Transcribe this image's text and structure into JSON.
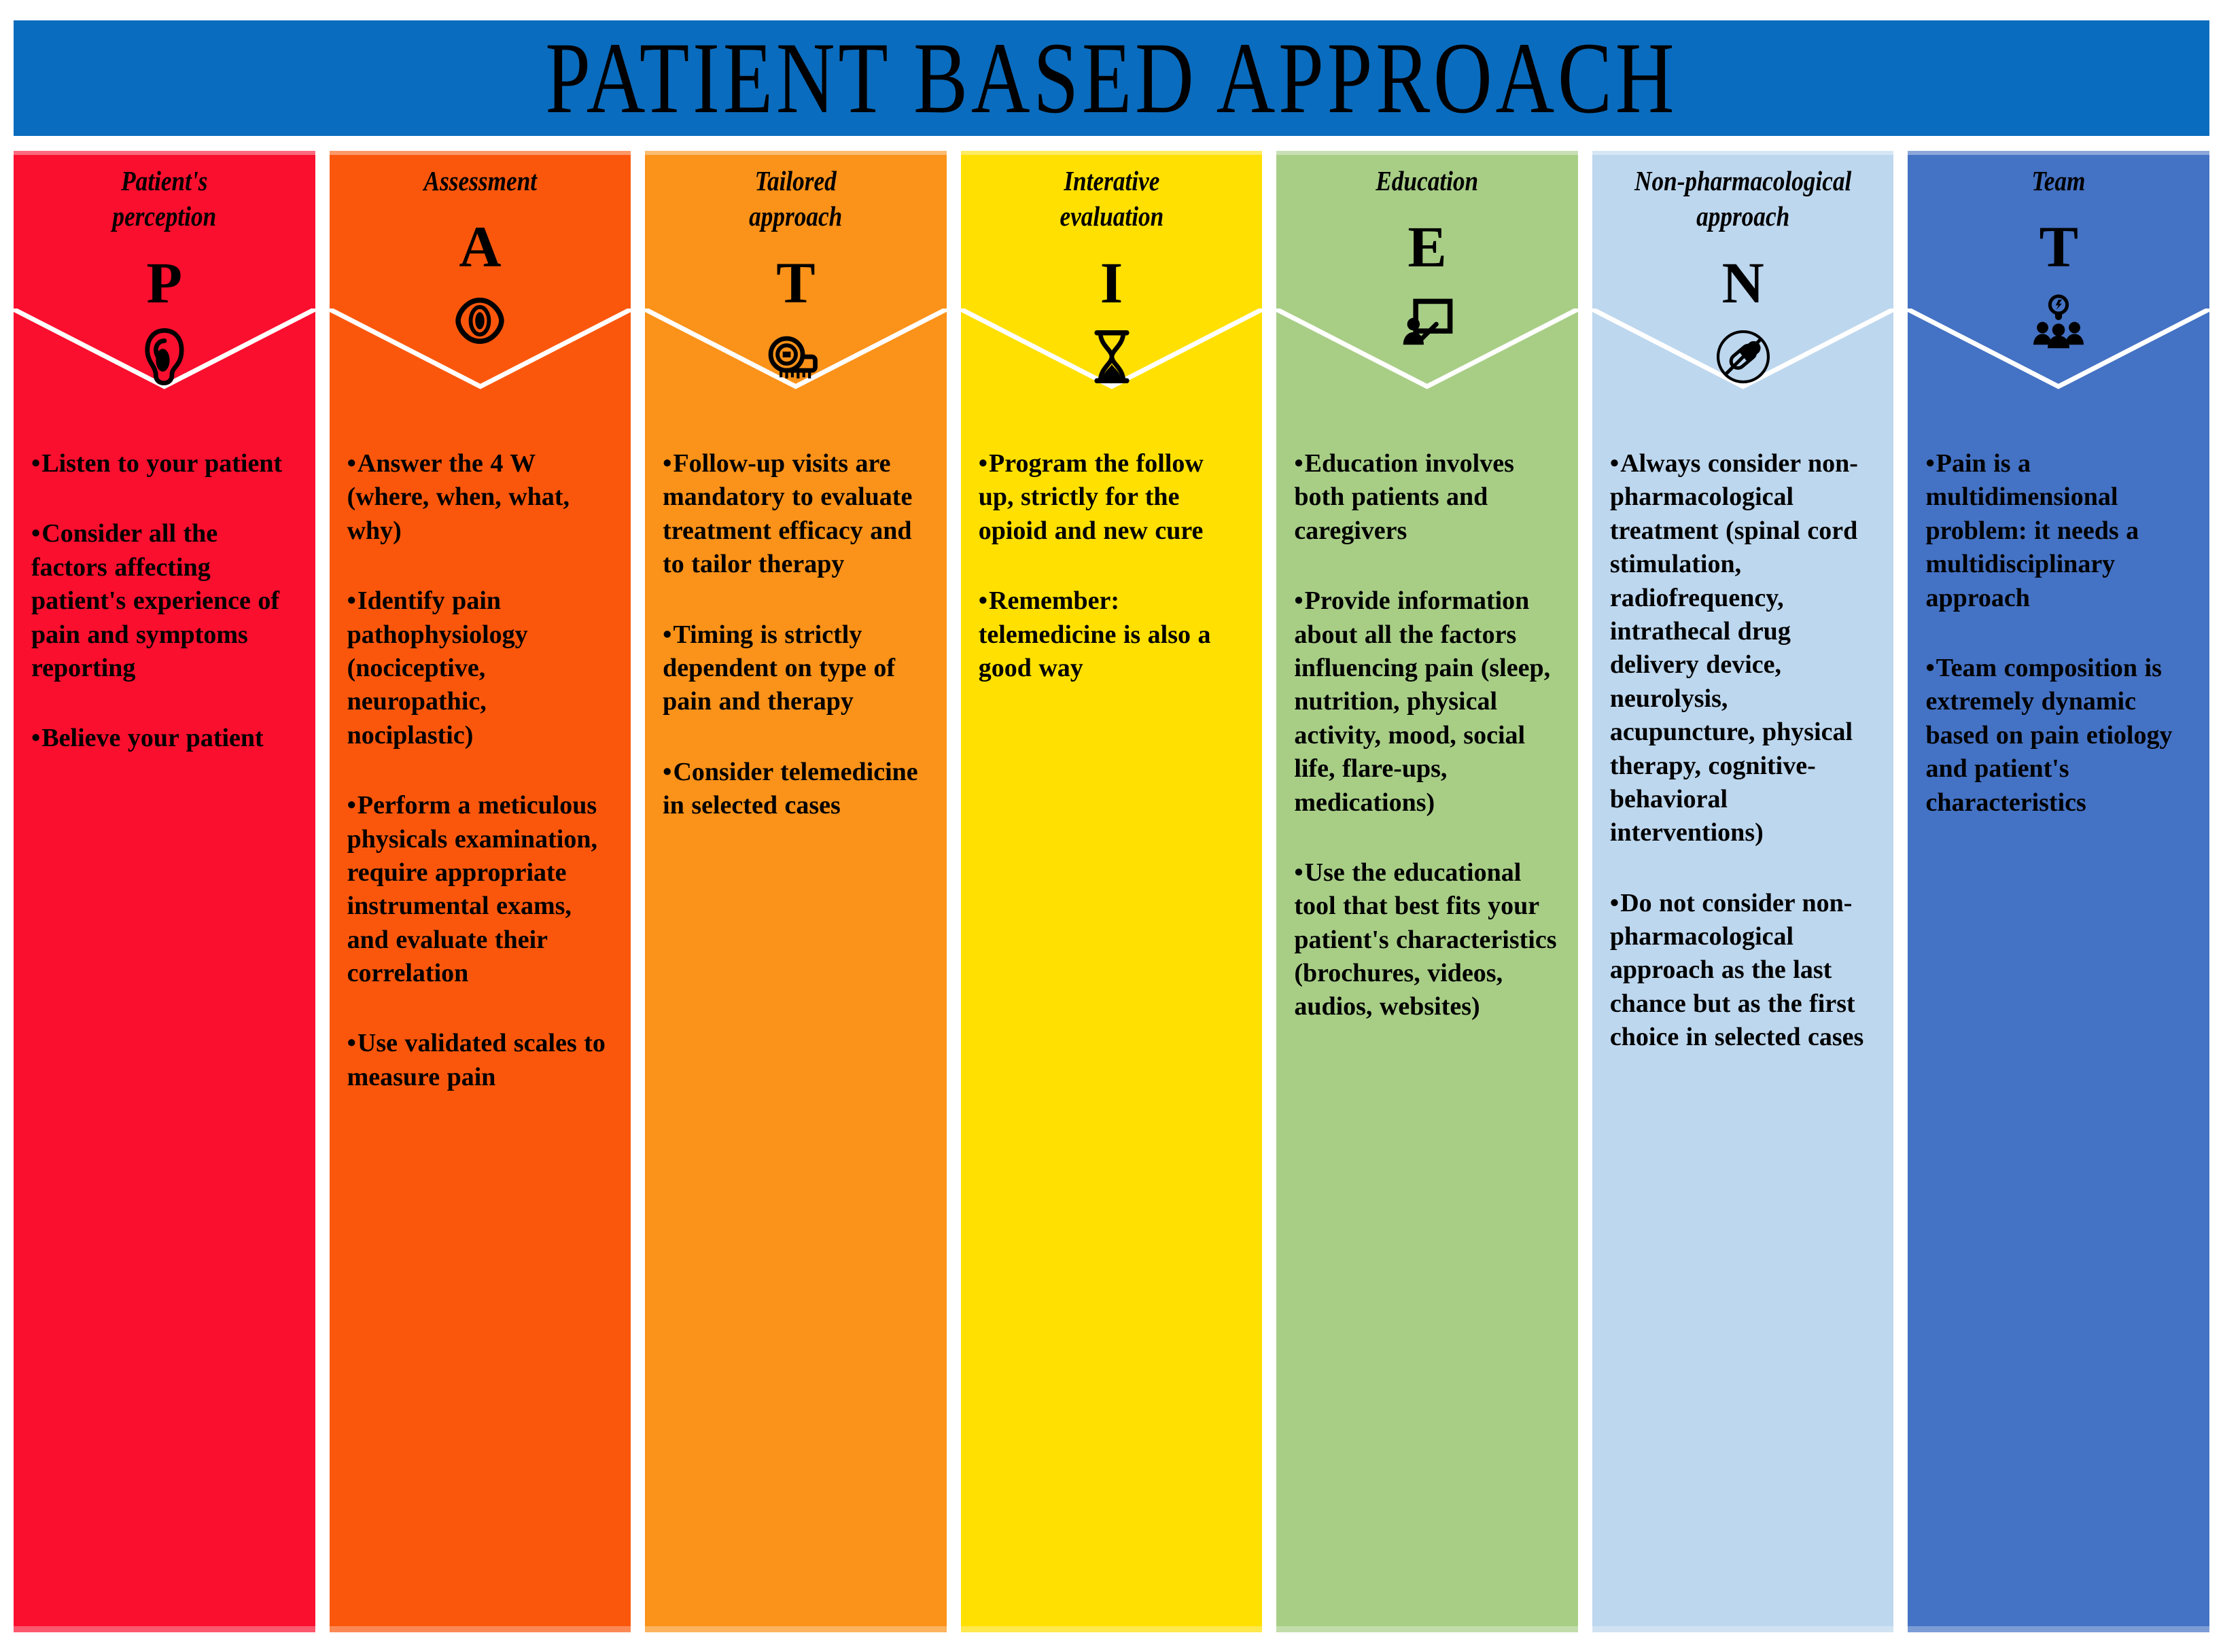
{
  "banner": {
    "title": "PATIENT BASED APPROACH",
    "background_color": "#0A6CBE",
    "text_color": "#000000"
  },
  "colors": {
    "page_background": "#FFFFFF",
    "chevron": "#FFFFFF"
  },
  "columns": [
    {
      "title": "Patient's\nperception",
      "letter": "P",
      "icon": "ear-icon",
      "color": "#FA0F2E",
      "bullets": [
        "Listen to your patient",
        "Consider all the factors affecting patient's experience of pain and symptoms reporting",
        "Believe your patient"
      ]
    },
    {
      "title": "Assessment",
      "letter": "A",
      "icon": "eye-icon",
      "color": "#FB570C",
      "bullets": [
        "Answer the 4 W (where, when, what, why)",
        "Identify pain pathophysiology (nociceptive, neuropathic, nociplastic)",
        "Perform a meticulous physicals examination, require appropriate instrumental exams, and evaluate their correlation",
        "Use validated scales to measure pain"
      ]
    },
    {
      "title": "Tailored\napproach",
      "letter": "T",
      "icon": "measuring-tape-icon",
      "color": "#FB9219",
      "bullets": [
        "Follow-up visits are mandatory to evaluate treatment efficacy and to tailor therapy",
        "Timing is strictly dependent on type of pain and therapy",
        "Consider telemedicine in selected cases"
      ]
    },
    {
      "title": "Interative\nevaluation",
      "letter": "I",
      "icon": "hourglass-icon",
      "color": "#FFE000",
      "bullets": [
        "Program the follow up, strictly for the opioid and new cure",
        "Remember: telemedicine is also a good way"
      ]
    },
    {
      "title": "Education",
      "letter": "E",
      "icon": "teacher-whiteboard-icon",
      "color": "#A8CE86",
      "bullets": [
        "Education involves both patients and caregivers",
        "Provide information about all the factors influencing pain (sleep, nutrition, physical activity, mood, social life, flare-ups, medications)",
        "Use the educational tool that best fits your patient's characteristics (brochures, videos, audios, websites)"
      ]
    },
    {
      "title": "Non-pharmacological\napproach",
      "letter": "N",
      "icon": "no-pills-icon",
      "color": "#BDD7EE",
      "bullets": [
        "Always consider non-pharmacological treatment (spinal cord stimulation, radiofrequency, intrathecal drug delivery device, neurolysis, acupuncture, physical therapy, cognitive-behavioral interventions)",
        "Do not consider non-pharmacological approach as the last chance but as the first choice in selected cases"
      ]
    },
    {
      "title": "Team",
      "letter": "T",
      "icon": "team-idea-icon",
      "color": "#4472C4",
      "bullets": [
        "Pain is a multidimensional problem: it needs a multidisciplinary approach",
        "Team composition is extremely dynamic based on pain etiology and patient's characteristics"
      ]
    }
  ]
}
